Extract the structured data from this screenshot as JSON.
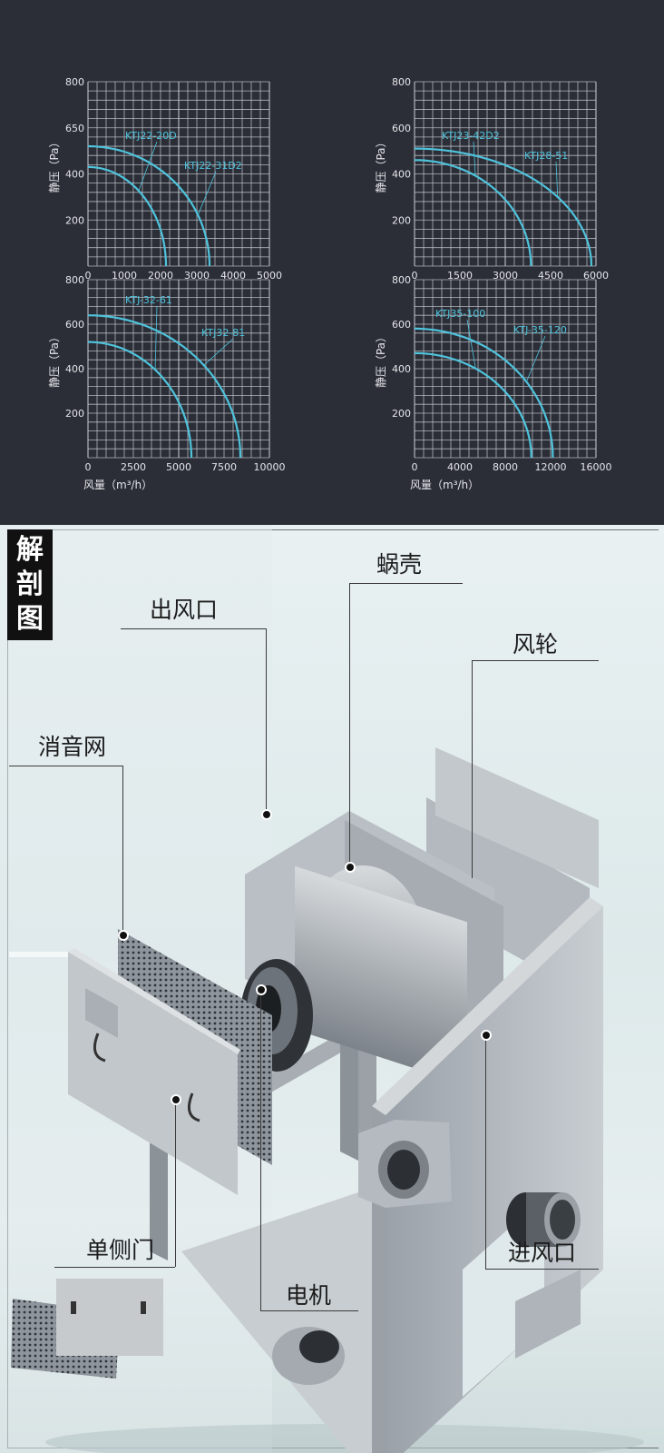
{
  "chart_data": [
    {
      "type": "line",
      "title": "",
      "ylabel": "静压（Pa）",
      "xlabel": "",
      "xlim": [
        0,
        5000
      ],
      "ylim": [
        0,
        800
      ],
      "xticks": [
        "0",
        "1000",
        "2000",
        "3000",
        "4000",
        "5000"
      ],
      "xtick_values": [
        0,
        1000,
        2000,
        3000,
        4000,
        5000
      ],
      "yticks": [
        "800",
        "650",
        "400",
        "200"
      ],
      "ytick_values": [
        800,
        600,
        400,
        200
      ],
      "series": [
        {
          "name": "KTJ22-20D",
          "shutoff_pressure": 430,
          "max_airflow": 2150
        },
        {
          "name": "KTJ22-31D2",
          "shutoff_pressure": 520,
          "max_airflow": 3350
        }
      ]
    },
    {
      "type": "line",
      "title": "",
      "ylabel": "静压（Pa）",
      "xlabel": "",
      "xlim": [
        0,
        6000
      ],
      "ylim": [
        0,
        800
      ],
      "xticks": [
        "0",
        "1500",
        "3000",
        "4500",
        "6000"
      ],
      "xtick_values": [
        0,
        1500,
        3000,
        4500,
        6000
      ],
      "yticks": [
        "800",
        "600",
        "400",
        "200"
      ],
      "ytick_values": [
        800,
        600,
        400,
        200
      ],
      "series": [
        {
          "name": "KTJ23-42D2",
          "shutoff_pressure": 460,
          "max_airflow": 3850
        },
        {
          "name": "KTJ28-51",
          "shutoff_pressure": 510,
          "max_airflow": 5850
        }
      ]
    },
    {
      "type": "line",
      "title": "",
      "ylabel": "静压（Pa）",
      "xlabel": "风量（m³/h）",
      "xlim": [
        0,
        10000
      ],
      "ylim": [
        0,
        800
      ],
      "xticks": [
        "0",
        "2500",
        "5000",
        "7500",
        "10000"
      ],
      "xtick_values": [
        0,
        2500,
        5000,
        7500,
        10000
      ],
      "yticks": [
        "800",
        "600",
        "400",
        "200"
      ],
      "ytick_values": [
        800,
        600,
        400,
        200
      ],
      "series": [
        {
          "name": "KTJ-32-61",
          "shutoff_pressure": 520,
          "max_airflow": 5700
        },
        {
          "name": "KTJ32-81",
          "shutoff_pressure": 640,
          "max_airflow": 8400
        }
      ]
    },
    {
      "type": "line",
      "title": "",
      "ylabel": "静压（Pa）",
      "xlabel": "风量（m³/h）",
      "xlim": [
        0,
        16000
      ],
      "ylim": [
        0,
        800
      ],
      "xticks": [
        "0",
        "4000",
        "8000",
        "12000",
        "16000"
      ],
      "xtick_values": [
        0,
        4000,
        8000,
        12000,
        16000
      ],
      "yticks": [
        "800",
        "600",
        "400",
        "200"
      ],
      "ytick_values": [
        800,
        600,
        400,
        200
      ],
      "series": [
        {
          "name": "KTJ35-100",
          "shutoff_pressure": 470,
          "max_airflow": 10300
        },
        {
          "name": "KTJ-35-120",
          "shutoff_pressure": 580,
          "max_airflow": 12200
        }
      ]
    }
  ],
  "colors": {
    "curve": "#4fc3dc",
    "grid": "#c8ccd2",
    "background": "#2b2e37"
  },
  "diagram": {
    "badge": "解剖图",
    "labels": {
      "volute": "蜗壳",
      "outlet": "出风口",
      "wheel": "风轮",
      "silencer": "消音网",
      "door": "单侧门",
      "motor": "电机",
      "inlet": "进风口"
    }
  }
}
